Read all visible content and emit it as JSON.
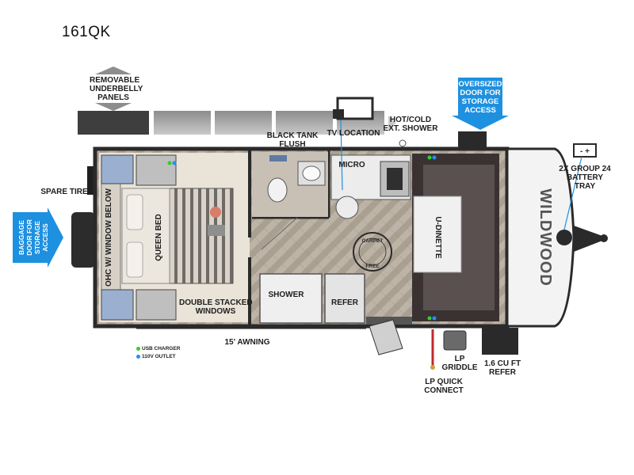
{
  "model_name": "161QK",
  "labels": {
    "underbelly_line1": "REMOVABLE",
    "underbelly_line2": "UNDERBELLY",
    "underbelly_line3": "PANELS",
    "oversized_line1": "OVERSIZED",
    "oversized_line2": "DOOR FOR",
    "oversized_line3": "STORAGE",
    "oversized_line4": "ACCESS",
    "baggage_line1": "BAGGAGE",
    "baggage_line2": "DOOR FOR",
    "baggage_line3": "STORAGE",
    "baggage_line4": "ACCESS",
    "black_tank_line1": "BLACK TANK",
    "black_tank_line2": "FLUSH",
    "tv_location": "TV LOCATION",
    "hot_cold_line1": "HOT/COLD",
    "hot_cold_line2": "EXT. SHOWER",
    "micro": "MICRO",
    "battery_line1": "2X GROUP 24",
    "battery_line2": "BATTERY",
    "battery_line3": "TRAY",
    "spare_tire": "SPARE TIRE",
    "queen_bed": "QUEEN BED",
    "ohc": "OHC W/ WINDOW BELOW",
    "u_dinette": "U-DINETTE",
    "carpet_line1": "CARPET",
    "carpet_line2": "FREE",
    "shower": "SHOWER",
    "refer": "REFER",
    "double_stacked_line1": "DOUBLE STACKED",
    "double_stacked_line2": "WINDOWS",
    "awning": "15' AWNING",
    "lp_griddle_line1": "LP",
    "lp_griddle_line2": "GRIDDLE",
    "lp_quick_line1": "LP QUICK",
    "lp_quick_line2": "CONNECT",
    "ext_refer_line1": "1.6 CU FT",
    "ext_refer_line2": "REFER",
    "brand": "WILDWOOD",
    "battery_symbol": "- +"
  },
  "legend": [
    {
      "label": "USB CHARGER",
      "color": "#33cc33"
    },
    {
      "label": "110V OUTLET",
      "color": "#1e90ff"
    }
  ],
  "colors": {
    "arrow_blue": "#1e90e0",
    "wall": "#2a2a2a",
    "floor": "#b9aea0",
    "dinette": "#3a3232"
  }
}
